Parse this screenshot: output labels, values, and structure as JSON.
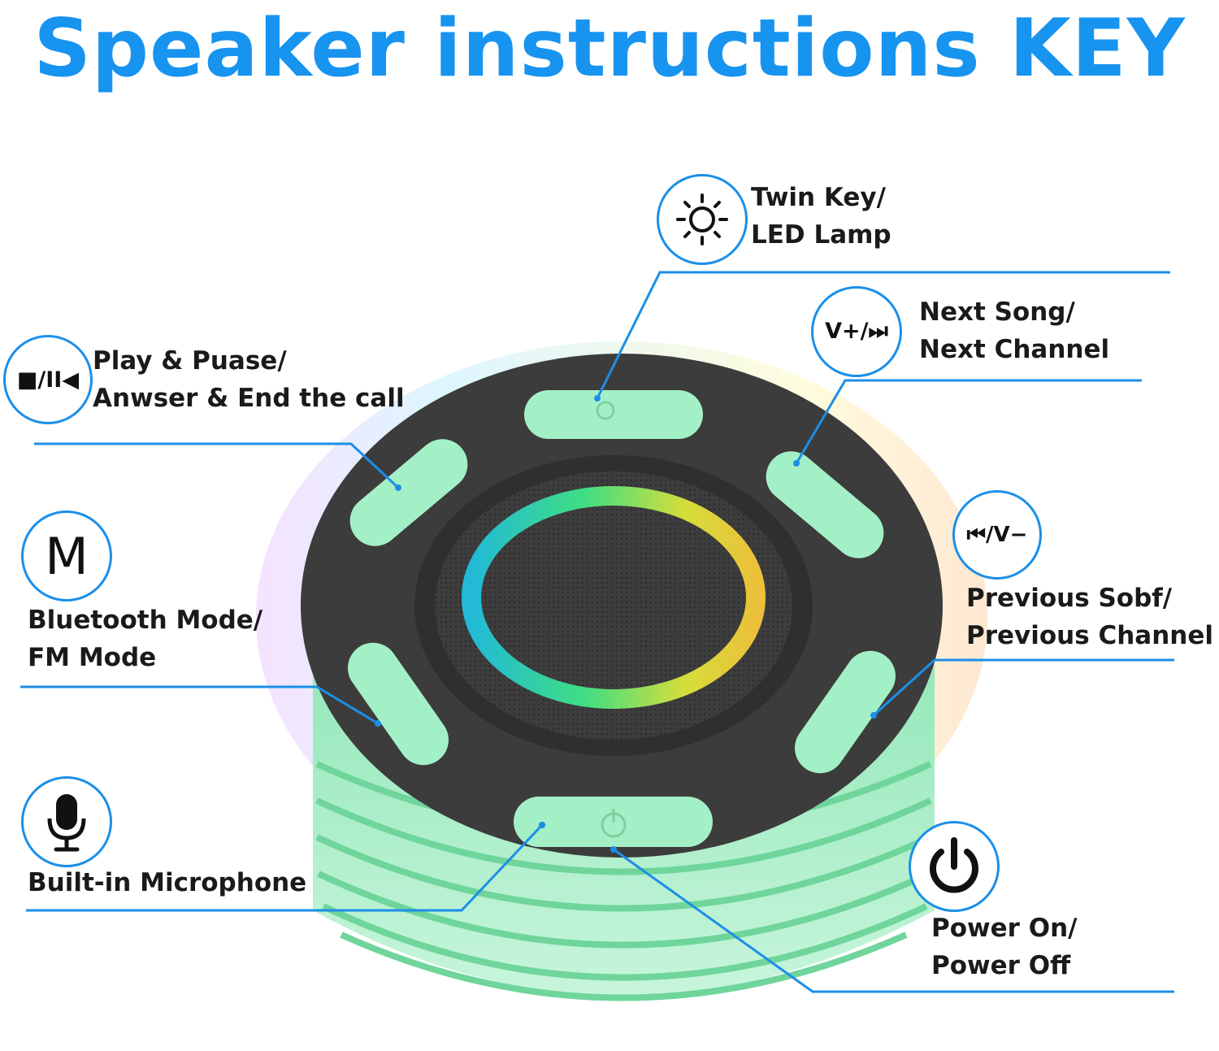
{
  "title": "Speaker instructions KEY",
  "keys": {
    "twin": {
      "line1": "Twin Key/",
      "line2": "LED Lamp",
      "icon": "sun-icon"
    },
    "play": {
      "line1": "Play & Puase/",
      "line2": "Anwser & End the call",
      "icon_text": "■/II◀"
    },
    "next": {
      "line1": "Next Song/",
      "line2": "Next Channel",
      "icon_text": "V+/⏭"
    },
    "prev": {
      "line1": "Previous Sobf/",
      "line2": "Previous Channel",
      "icon_text": "⏮/V−"
    },
    "mode": {
      "line1": "Bluetooth Mode/",
      "line2": "FM Mode",
      "icon_text": "M"
    },
    "mic": {
      "line1": "Built-in Microphone",
      "icon": "microphone-icon"
    },
    "power": {
      "line1": "Power On/",
      "line2": "Power Off",
      "icon": "power-icon"
    }
  },
  "colors": {
    "accent": "#1793f0",
    "line": "#1b8fe8",
    "button": "#a4f0c6",
    "body": "#3c3c3c"
  }
}
